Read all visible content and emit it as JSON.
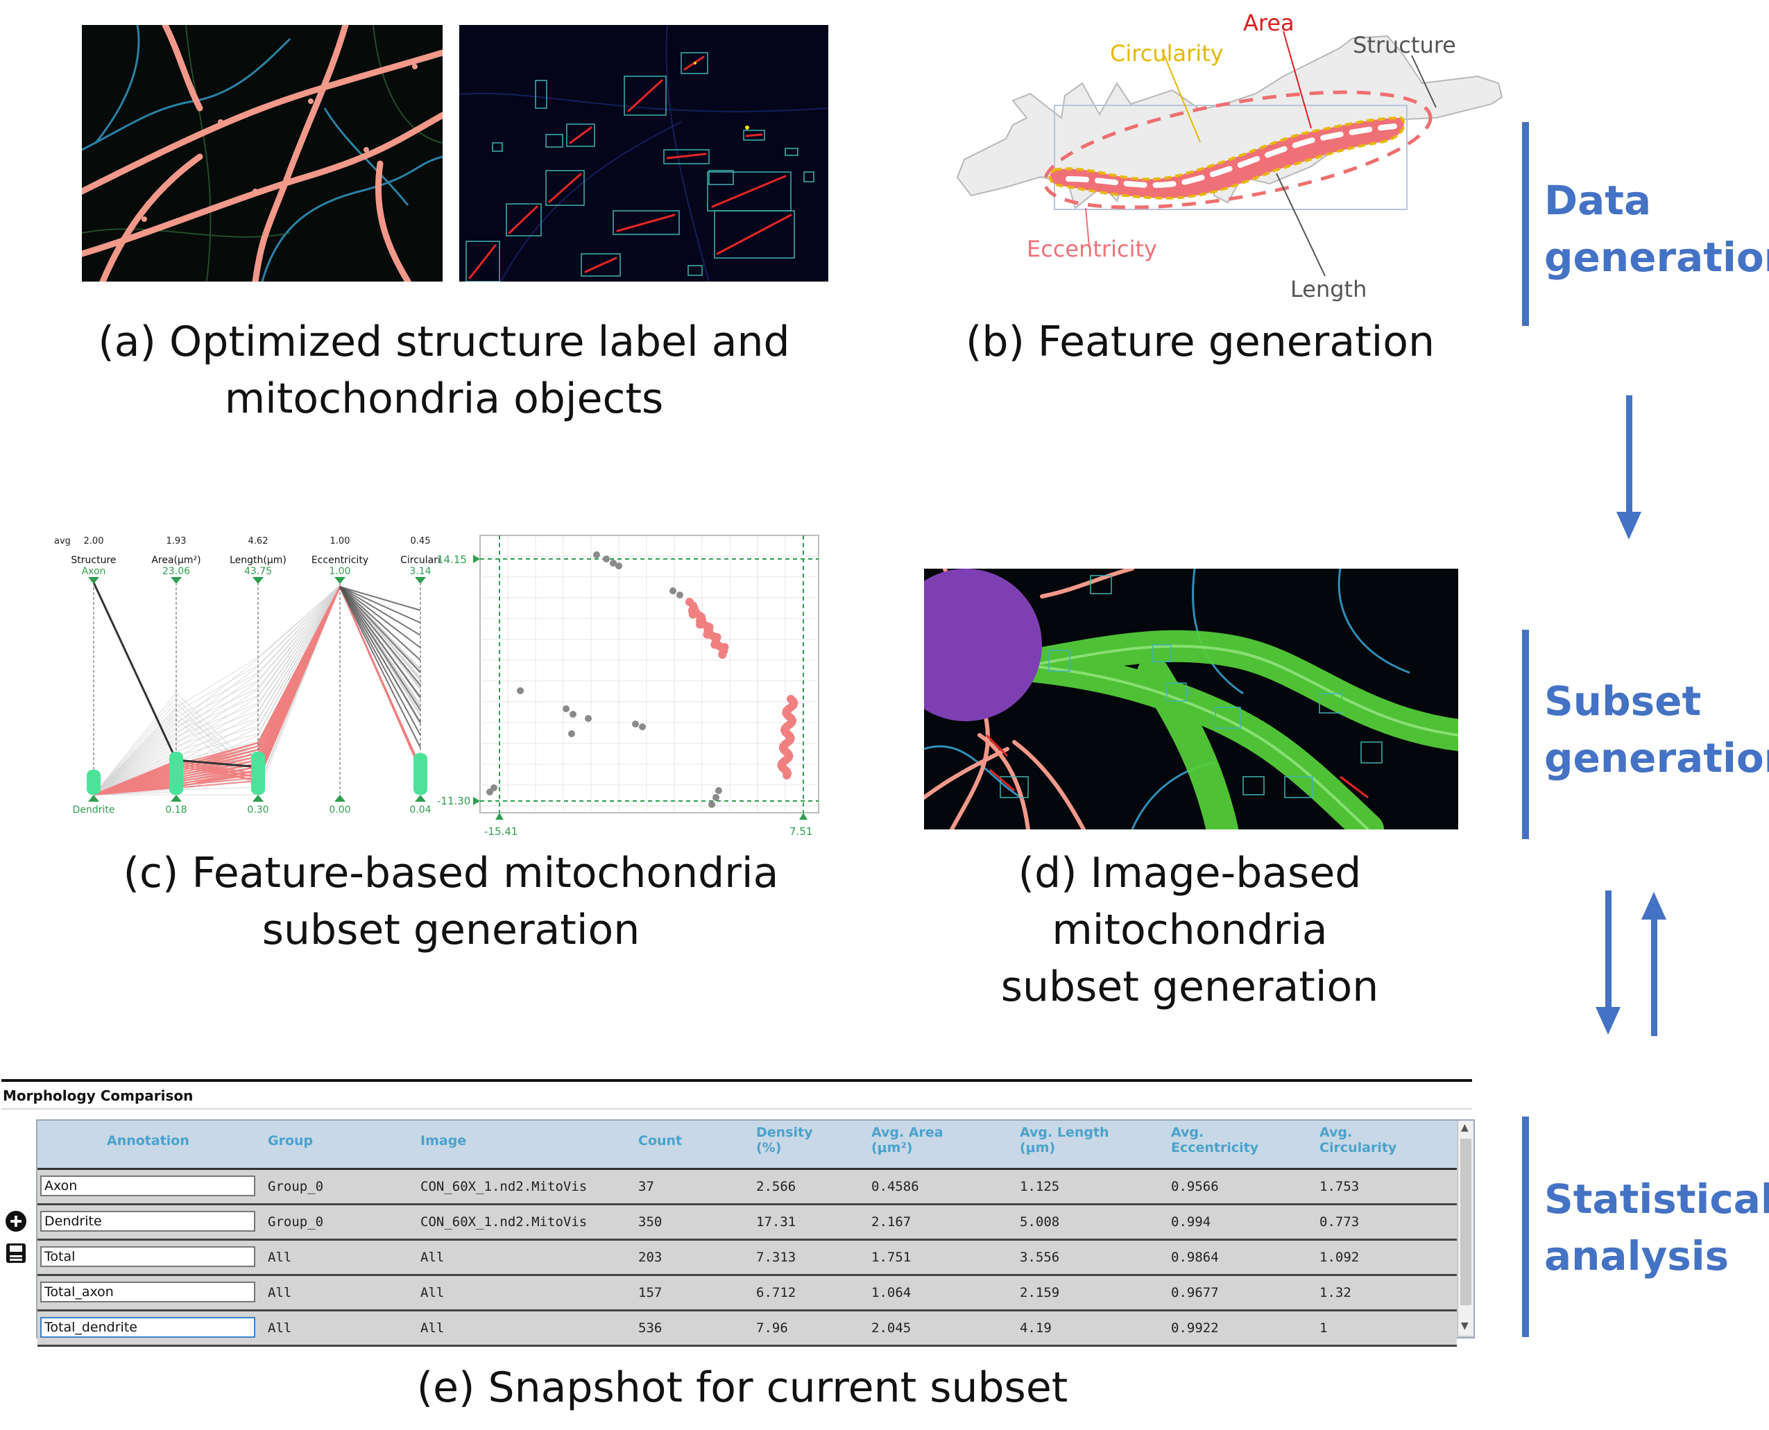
{
  "captions": {
    "a_line1": "(a) Optimized structure label and",
    "a_line2": "mitochondria objects",
    "b": "(b) Feature generation",
    "c_line1": "(c) Feature-based mitochondria",
    "c_line2": "subset generation",
    "d_line1": "(d) Image-based mitochondria",
    "d_line2": "subset generation",
    "e": "(e) Snapshot for current subset"
  },
  "side_labels": {
    "data_1": "Data",
    "data_2": "generation",
    "subset_1": "Subset",
    "subset_2": "generation",
    "stat_1": "Statistical",
    "stat_2": "analysis"
  },
  "feature_diagram": {
    "area": "Area",
    "circularity": "Circularity",
    "structure": "Structure",
    "eccentricity": "Eccentricity",
    "length": "Length"
  },
  "parallel_coords": {
    "avg_label": "avg",
    "axes": [
      {
        "name": "Structure",
        "avg": "2.00",
        "top": "Axon",
        "bottom": "Dendrite"
      },
      {
        "name": "Area(μm²)",
        "avg": "1.93",
        "top": "23.06",
        "bottom": "0.18"
      },
      {
        "name": "Length(μm)",
        "avg": "4.62",
        "top": "43.75",
        "bottom": "0.30"
      },
      {
        "name": "Eccentricity",
        "avg": "1.00",
        "top": "1.00",
        "bottom": "0.00"
      },
      {
        "name": "Circulari",
        "avg": "0.45",
        "top": "3.14",
        "bottom": "0.04"
      }
    ]
  },
  "scatter": {
    "y_top": "14.15",
    "y_bottom": "-11.30",
    "x_left": "-15.41",
    "x_right": "7.51"
  },
  "table": {
    "title": "Morphology Comparison",
    "headers": [
      "Annotation",
      "Group",
      "Image",
      "Count",
      "Density (%)",
      "Avg. Area (μm²)",
      "Avg. Length (μm)",
      "Avg. Eccentricity",
      "Avg. Circularity"
    ],
    "header_lines": [
      [
        "Annotation"
      ],
      [
        "Group"
      ],
      [
        "Image"
      ],
      [
        "Count"
      ],
      [
        "Density",
        "(%)"
      ],
      [
        "Avg. Area",
        "(μm²)"
      ],
      [
        "Avg. Length",
        "(μm)"
      ],
      [
        "Avg.",
        "Eccentricity"
      ],
      [
        "Avg.",
        "Circularity"
      ]
    ],
    "rows": [
      [
        "Axon",
        "Group_0",
        "CON_60X_1.nd2.MitoVis",
        "37",
        "2.566",
        "0.4586",
        "1.125",
        "0.9566",
        "1.753"
      ],
      [
        "Dendrite",
        "Group_0",
        "CON_60X_1.nd2.MitoVis",
        "350",
        "17.31",
        "2.167",
        "5.008",
        "0.994",
        "0.773"
      ],
      [
        "Total",
        "All",
        "All",
        "203",
        "7.313",
        "1.751",
        "3.556",
        "0.9864",
        "1.092"
      ],
      [
        "Total_axon",
        "All",
        "All",
        "157",
        "6.712",
        "1.064",
        "2.159",
        "0.9677",
        "1.32"
      ],
      [
        "Total_dendrite",
        "All",
        "All",
        "536",
        "7.96",
        "2.045",
        "4.19",
        "0.9922",
        "1"
      ]
    ],
    "scroll_up": "▲",
    "scroll_down": "▼"
  },
  "colors": {
    "accent_blue": "#4472C4",
    "selection_pink": "#F08080",
    "axis_green": "#2E9E4F",
    "area_red": "#D81E1E",
    "circularity_yellow": "#E6B800"
  }
}
